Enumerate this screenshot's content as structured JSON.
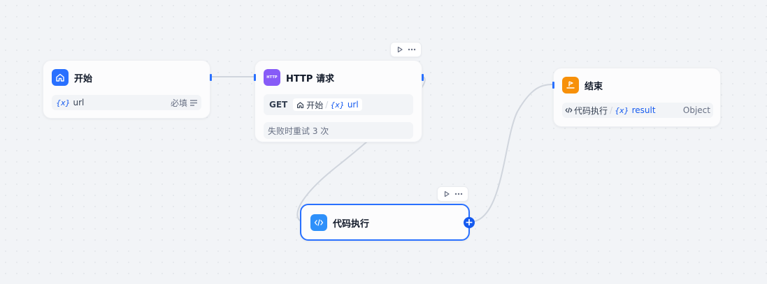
{
  "nodes": {
    "start": {
      "title": "开始",
      "variable": "url",
      "required_label": "必填"
    },
    "http": {
      "title": "HTTP 请求",
      "icon_text": "HTTP",
      "method": "GET",
      "source_node": "开始",
      "separator": "/",
      "source_var": "url",
      "retry_text": "失败时重试 3 次"
    },
    "code": {
      "title": "代码执行"
    },
    "end": {
      "title": "结束",
      "source_node": "代码执行",
      "separator": "/",
      "output_var": "result",
      "output_type": "Object"
    }
  },
  "colors": {
    "canvas": "#f2f4f7",
    "start_icon": "#2970ff",
    "http_icon": "#875bf7",
    "code_icon": "#2e90fa",
    "end_icon": "#f79009",
    "accent": "#155aef",
    "edge": "#d0d5dd"
  },
  "icons": {
    "start": "home-icon",
    "http": "http-icon",
    "code": "code-icon",
    "end": "flag-icon",
    "run": "play-icon",
    "more": "more-icon",
    "add": "plus-icon",
    "variable": "variable-icon",
    "required": "align-icon"
  }
}
